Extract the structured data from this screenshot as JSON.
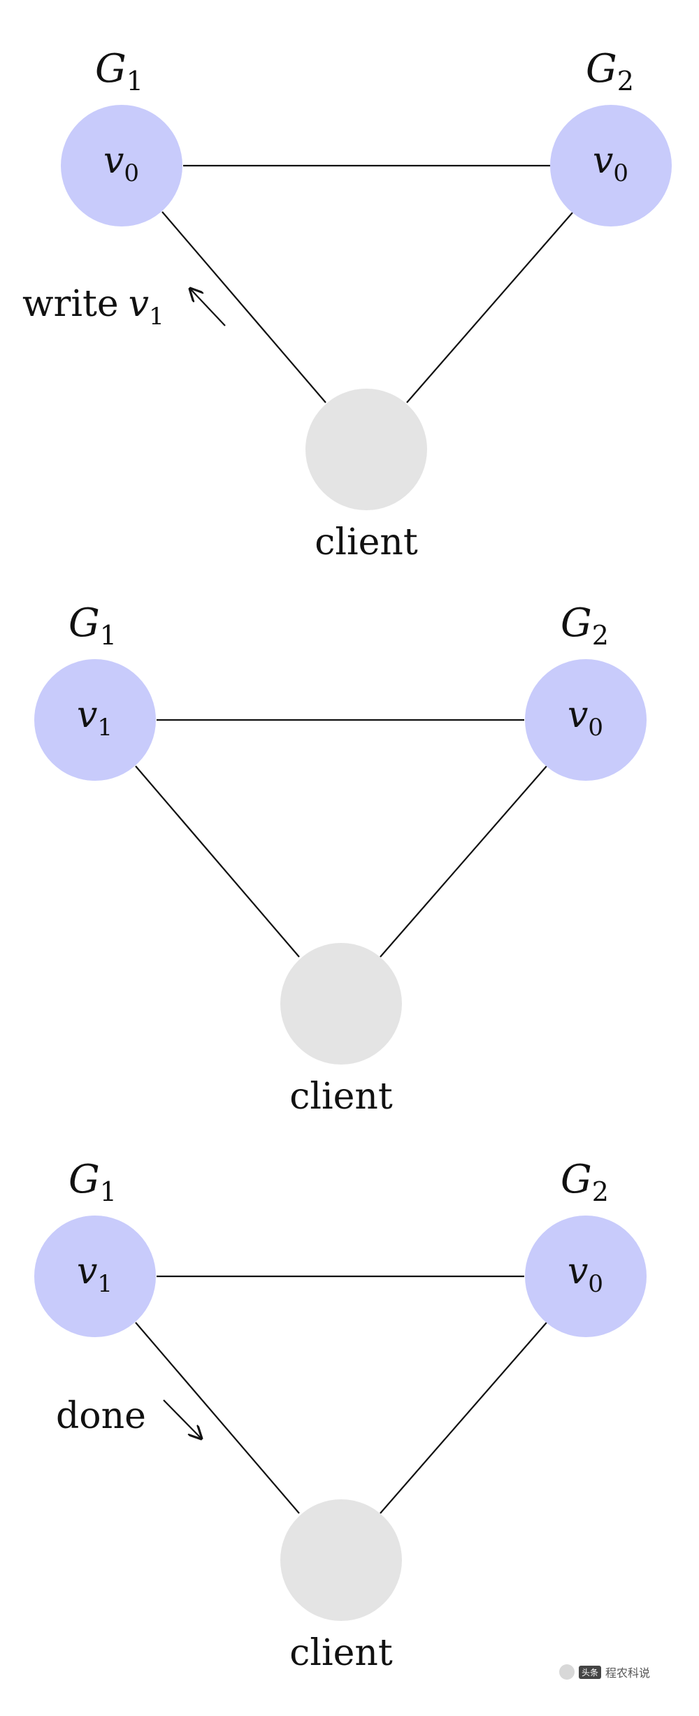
{
  "colors": {
    "node_fill": "#c8cbfb",
    "client_fill": "#e4e4e4",
    "edge": "#111111",
    "text": "#111111"
  },
  "panels": [
    {
      "g1": {
        "label": "G",
        "sub": "1",
        "value": "v",
        "value_sub": "0"
      },
      "g2": {
        "label": "G",
        "sub": "2",
        "value": "v",
        "value_sub": "0"
      },
      "client": {
        "label": "client"
      },
      "message": {
        "text": "write",
        "var": "v",
        "var_sub": "1",
        "direction": "to-g1"
      }
    },
    {
      "g1": {
        "label": "G",
        "sub": "1",
        "value": "v",
        "value_sub": "1"
      },
      "g2": {
        "label": "G",
        "sub": "2",
        "value": "v",
        "value_sub": "0"
      },
      "client": {
        "label": "client"
      }
    },
    {
      "g1": {
        "label": "G",
        "sub": "1",
        "value": "v",
        "value_sub": "1"
      },
      "g2": {
        "label": "G",
        "sub": "2",
        "value": "v",
        "value_sub": "0"
      },
      "client": {
        "label": "client"
      },
      "message": {
        "text": "done",
        "direction": "to-client"
      }
    }
  ],
  "watermark": {
    "badge": "头条",
    "text": "程农科说"
  }
}
